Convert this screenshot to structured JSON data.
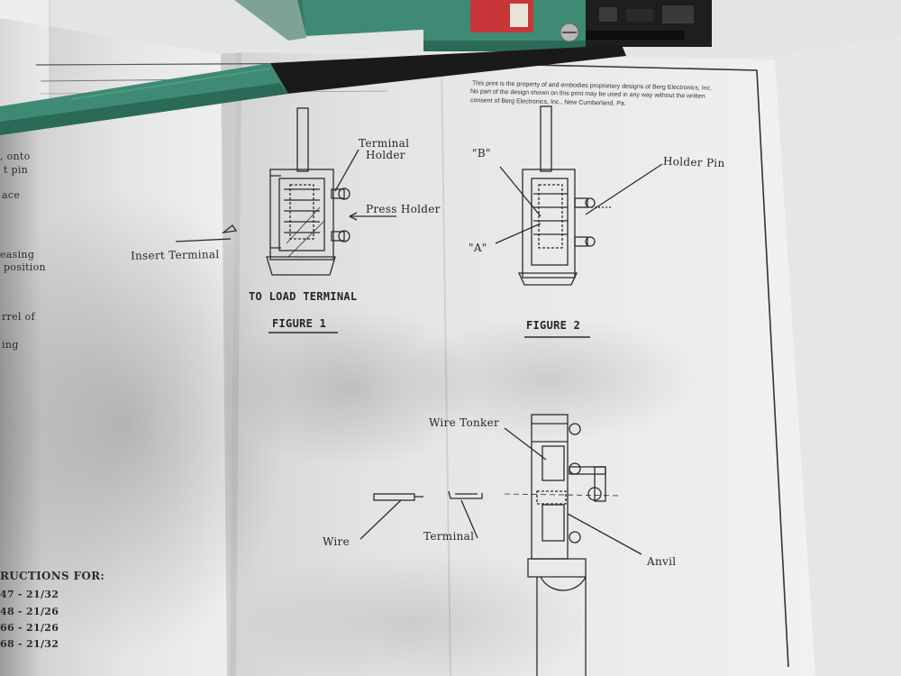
{
  "notice": {
    "line1": "This print is the property of and embodies proprietary designs of Berg Electronics, Inc.",
    "line2": "No part of the design shown on this print may be used in any way without the written",
    "line3": "consent of Berg Electronics, Inc., New Cumberland, Pa."
  },
  "figure1": {
    "callout_terminal_holder_1": "Terminal",
    "callout_terminal_holder_2": "Holder",
    "callout_press_holder": "Press Holder",
    "callout_insert_terminal": "Insert Terminal",
    "subtitle": "TO LOAD TERMINAL",
    "title": "FIGURE 1"
  },
  "figure2": {
    "label_b": "\"B\"",
    "label_a": "\"A\"",
    "callout_holder_pin": "Holder Pin",
    "title": "FIGURE 2"
  },
  "figure3": {
    "callout_wire_tonker": "Wire Tonker",
    "callout_wire": "Wire",
    "callout_terminal": "Terminal",
    "callout_anvil": "Anvil"
  },
  "left_page": {
    "fragments": [
      ", onto",
      "t pin",
      "ace",
      "easing",
      "position",
      "rrel of",
      "ing"
    ],
    "instructions_heading": "RUCTIONS FOR:",
    "instructions": [
      "47 - 21/32",
      "48 - 21/26",
      "66 - 21/26",
      "68 - 21/32"
    ]
  },
  "colors": {
    "tool_green": "#3f8a74",
    "tool_green_dark": "#2c6a58",
    "paper": "#ececec",
    "ink": "#262626",
    "label_red": "#c7373a"
  }
}
